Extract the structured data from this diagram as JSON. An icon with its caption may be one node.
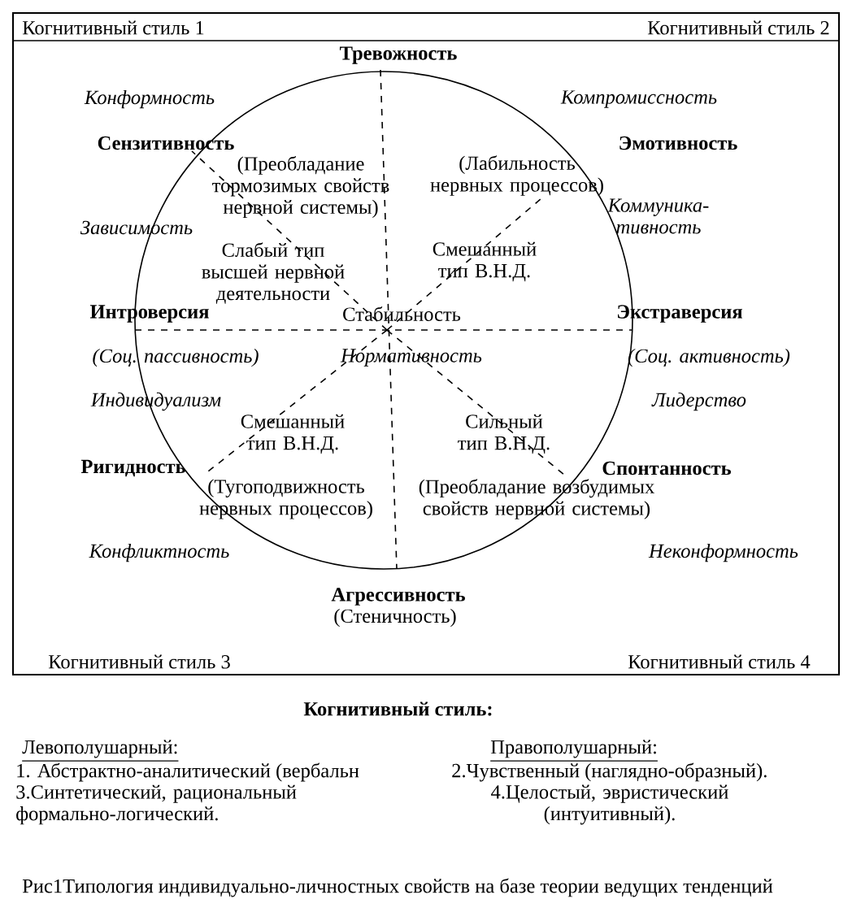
{
  "diagram": {
    "caption": "Рис1Типология индивидуально-личностных свойств на базе теории ведущих тенденций",
    "labels": [
      "Когнитивный стиль 1",
      "Когнитивный стиль 2",
      "Тревожность",
      "Конформность",
      "Компромиссность",
      "Сензитивность",
      "Эмотивность",
      "(Преобладание тормозимых свойств нервной системы)",
      "(Лабильность нервных процессов)",
      "Коммуника-тивность",
      "Зависимость",
      "Слабый тип высшей нервной деятельности",
      "Смешанный тип В.Н.Д.",
      "Интроверсия",
      "Стабильность",
      "Экстраверсия",
      "(Соц. пассивность)",
      "Нормативность",
      "(Соц. активность)",
      "Индивидуализм",
      "Лидерство",
      "Смешанный тип В.Н.Д.",
      "Сильный тип В.Н.Д.",
      "Ригидность",
      "Спонтанность",
      "(Тугоподвижность нервных процессов)",
      "(Преобладание возбудимых свойств нервной системы)",
      "Конфликтность",
      "Неконформность",
      "Агрессивность",
      "(Стеничность)",
      "Когнитивный стиль 3",
      "Когнитивный стиль 4",
      "Когнитивный стиль:",
      "Левополушарный:",
      "Правополушарный:",
      "1. Абстрактно-аналитический (вербальн",
      "2.Чувственный (наглядно-образный).",
      "3.Синтетический, рациональный формально-логический.",
      "4.Целостый, эвристический (интуитивный)."
    ]
  }
}
